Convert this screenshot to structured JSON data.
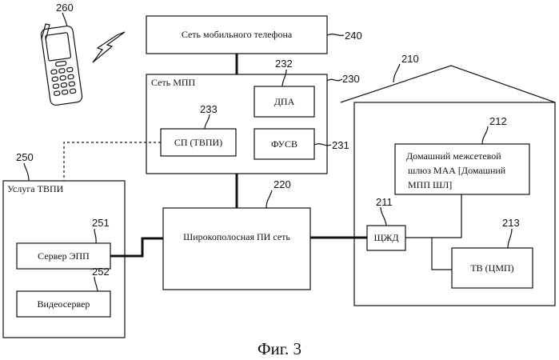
{
  "diagram": {
    "mobile_net": {
      "label": "Сеть мобильного телефона",
      "ref": "240"
    },
    "mpp_net": {
      "label": "Сеть МПП",
      "ref": "230"
    },
    "dpa": {
      "label": "ДПА",
      "ref": "232"
    },
    "sp": {
      "label": "СП (ТВПИ)",
      "ref": "233"
    },
    "fusv": {
      "label": "ФУСВ",
      "ref": "231"
    },
    "phone": {
      "ref": "260"
    },
    "service": {
      "label": "Услуга ТВПИ",
      "ref": "250"
    },
    "epp_server": {
      "label": "Сервер ЭПП",
      "ref": "251"
    },
    "video_server": {
      "label": "Видеосервер",
      "ref": "252"
    },
    "broadband": {
      "label": "Широкополосная ПИ сеть",
      "ref": "220"
    },
    "home": {
      "ref": "210"
    },
    "gateway": {
      "line1": "Домашний межсетевой",
      "line2": "шлюз МАА [Домашний",
      "line3": "МПП ШЛ]",
      "ref": "212"
    },
    "shzhd": {
      "label": "ЩЖД",
      "ref": "211"
    },
    "tv": {
      "label": "ТВ (ЦМП)",
      "ref": "213"
    }
  },
  "caption": "Фиг. 3"
}
